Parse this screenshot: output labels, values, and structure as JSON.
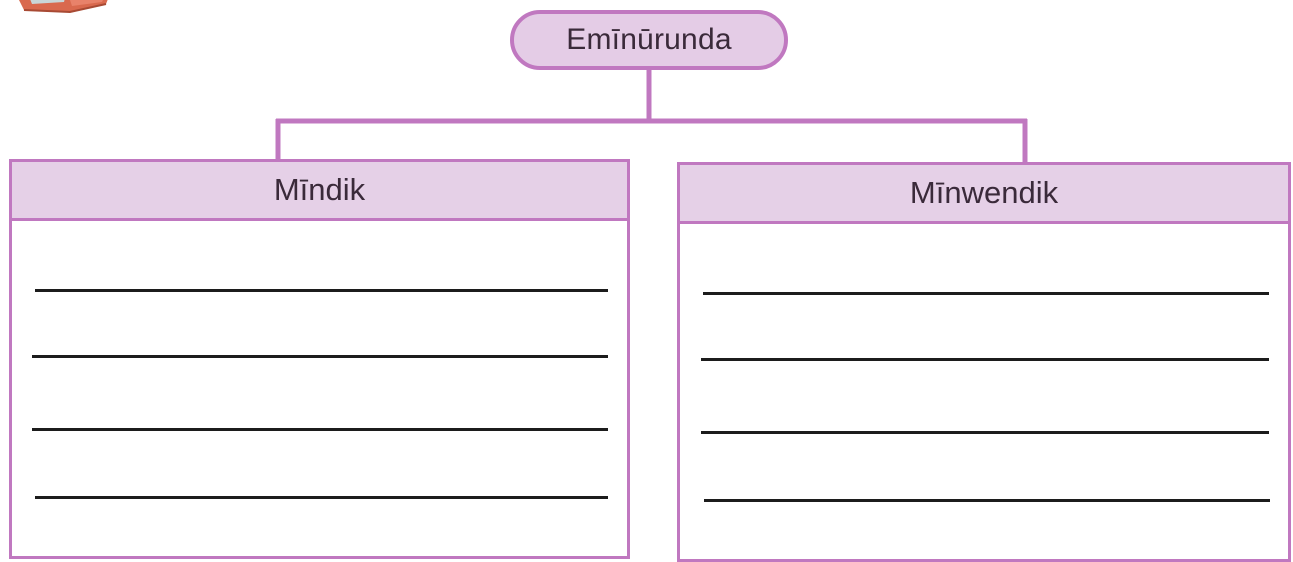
{
  "root": {
    "label": "Emīnūrunda"
  },
  "branches": [
    {
      "label": "Mīndik",
      "answer_lines": 4
    },
    {
      "label": "Mīnwendik",
      "answer_lines": 4
    }
  ],
  "colors": {
    "node_fill": "#e4cce6",
    "node_border": "#c078c0",
    "line": "#1c1c1c"
  }
}
